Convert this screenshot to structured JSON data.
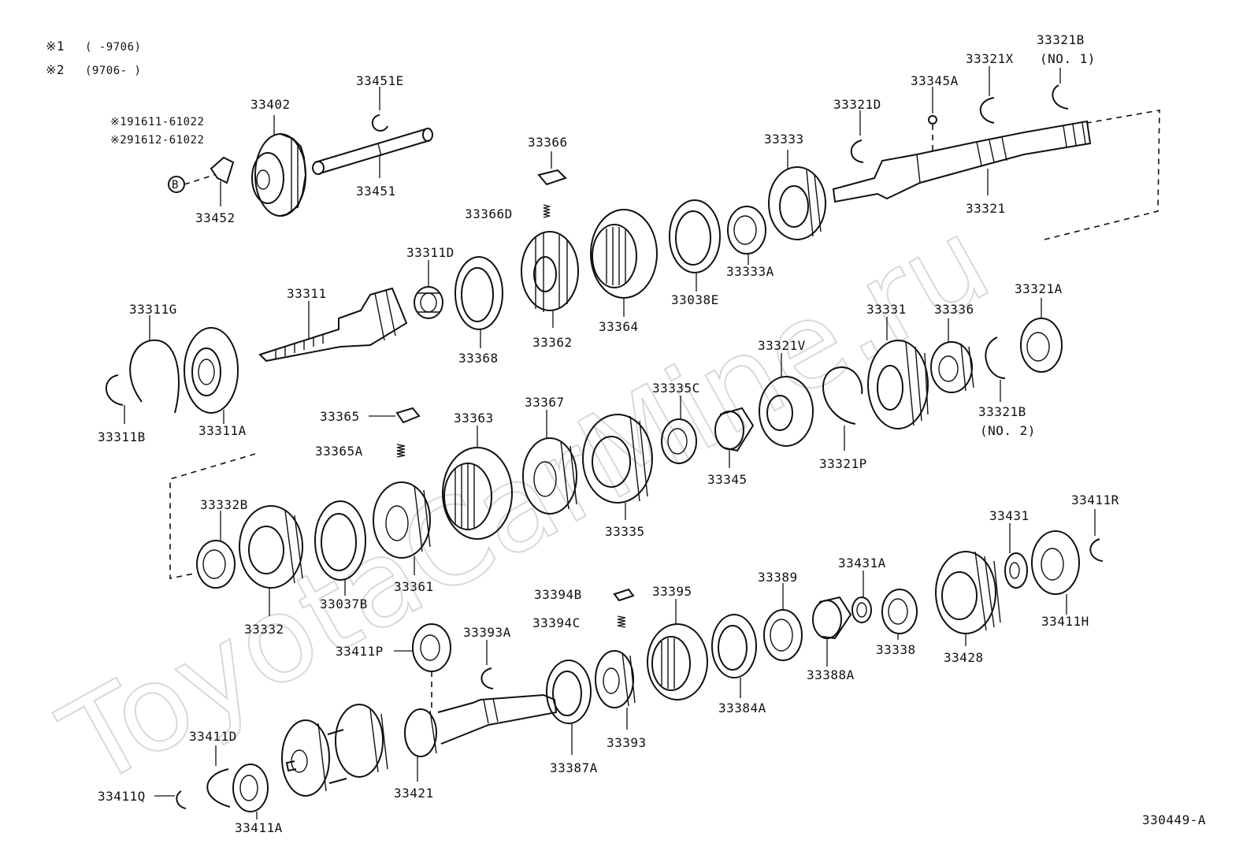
{
  "legend": {
    "note1_mark": "※1",
    "note1_range": "(      -9706)",
    "note2_mark": "※2",
    "note2_range": "(9706-      )",
    "bolt_note1": "※191611-61022",
    "bolt_note2": "※291612-61022",
    "bolt_symbol": "B"
  },
  "watermark": "ToyotaCarMine.ru",
  "figure_code": "330449-A",
  "labels": {
    "p33402": "33402",
    "p33451E": "33451E",
    "p33451": "33451",
    "p33452": "33452",
    "p33366": "33366",
    "p33366D": "33366D",
    "p33333": "33333",
    "p33333A": "33333A",
    "p33038E": "33038E",
    "p33364": "33364",
    "p33362": "33362",
    "p33368": "33368",
    "p33311D": "33311D",
    "p33311": "33311",
    "p33311G": "33311G",
    "p33311A": "33311A",
    "p33311B": "33311B",
    "p33321": "33321",
    "p33321D": "33321D",
    "p33345A": "33345A",
    "p33321X": "33321X",
    "p33321B_1": "33321B",
    "p33321B_1_note": "(NO. 1)",
    "p33321A": "33321A",
    "p33336": "33336",
    "p33331": "33331",
    "p33321V": "33321V",
    "p33321B_2": "33321B",
    "p33321B_2_note": "(NO. 2)",
    "p33321P": "33321P",
    "p33335C": "33335C",
    "p33345": "33345",
    "p33335": "33335",
    "p33367": "33367",
    "p33363": "33363",
    "p33365": "33365",
    "p33365A": "33365A",
    "p33332B": "33332B",
    "p33332": "33332",
    "p33037B": "33037B",
    "p33361": "33361",
    "p33431": "33431",
    "p33411R": "33411R",
    "p33411H": "33411H",
    "p33428": "33428",
    "p33431A": "33431A",
    "p33338": "33338",
    "p33388A": "33388A",
    "p33389": "33389",
    "p33384A": "33384A",
    "p33395": "33395",
    "p33394B": "33394B",
    "p33394C": "33394C",
    "p33393": "33393",
    "p33387A": "33387A",
    "p33393A": "33393A",
    "p33411P": "33411P",
    "p33421": "33421",
    "p33411D": "33411D",
    "p33411Q": "33411Q",
    "p33411A_b": "33411A"
  }
}
